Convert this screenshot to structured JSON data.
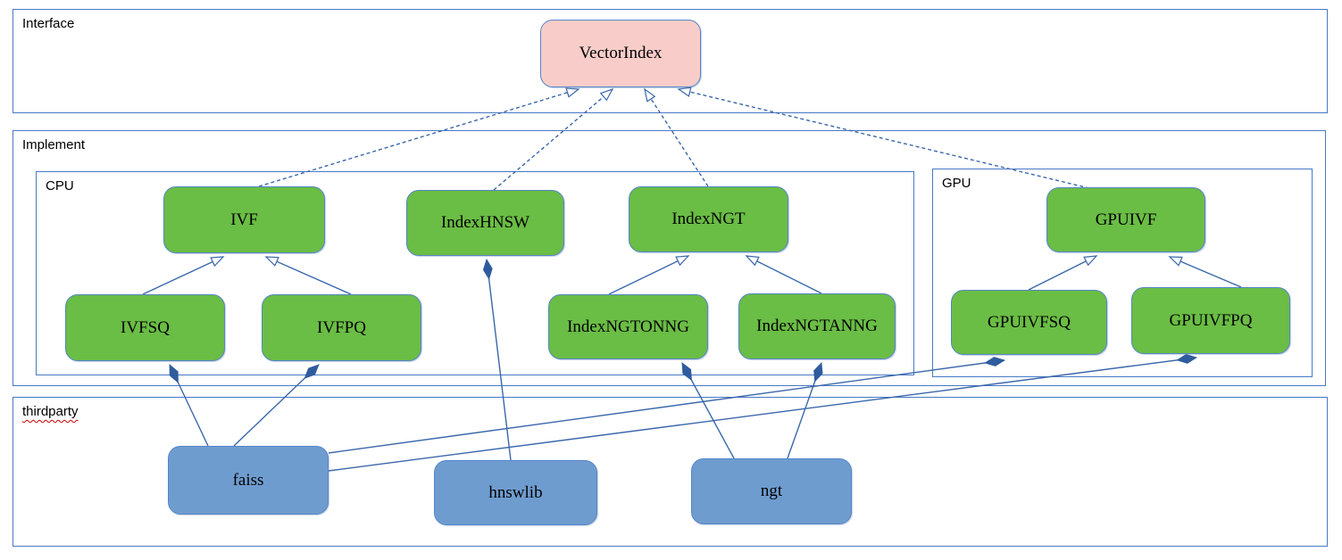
{
  "diagram": {
    "containers": {
      "interface": {
        "label": "Interface"
      },
      "implement": {
        "label": "Implement"
      },
      "cpu": {
        "label": "CPU"
      },
      "gpu": {
        "label": "GPU"
      },
      "thirdparty": {
        "label": "thirdparty"
      }
    },
    "nodes": {
      "vectorindex": {
        "label": "VectorIndex",
        "category": "interface"
      },
      "ivf": {
        "label": "IVF",
        "category": "cpu"
      },
      "indexhnsw": {
        "label": "IndexHNSW",
        "category": "cpu"
      },
      "indexngt": {
        "label": "IndexNGT",
        "category": "cpu"
      },
      "ivfsq": {
        "label": "IVFSQ",
        "category": "cpu"
      },
      "ivfpq": {
        "label": "IVFPQ",
        "category": "cpu"
      },
      "indexngtonng": {
        "label": "IndexNGTONNG",
        "category": "cpu"
      },
      "indexngtanng": {
        "label": "IndexNGTANNG",
        "category": "cpu"
      },
      "gpuivf": {
        "label": "GPUIVF",
        "category": "gpu"
      },
      "gpuivfsq": {
        "label": "GPUIVFSQ",
        "category": "gpu"
      },
      "gpuivfpq": {
        "label": "GPUIVFPQ",
        "category": "gpu"
      },
      "faiss": {
        "label": "faiss",
        "category": "thirdparty"
      },
      "hnswlib": {
        "label": "hnswlib",
        "category": "thirdparty"
      },
      "ngt": {
        "label": "ngt",
        "category": "thirdparty"
      }
    },
    "edges": [
      {
        "from": "IVF",
        "to": "VectorIndex",
        "type": "realization"
      },
      {
        "from": "IndexHNSW",
        "to": "VectorIndex",
        "type": "realization"
      },
      {
        "from": "IndexNGT",
        "to": "VectorIndex",
        "type": "realization"
      },
      {
        "from": "GPUIVF",
        "to": "VectorIndex",
        "type": "realization"
      },
      {
        "from": "IVFSQ",
        "to": "IVF",
        "type": "generalization"
      },
      {
        "from": "IVFPQ",
        "to": "IVF",
        "type": "generalization"
      },
      {
        "from": "IndexNGTONNG",
        "to": "IndexNGT",
        "type": "generalization"
      },
      {
        "from": "IndexNGTANNG",
        "to": "IndexNGT",
        "type": "generalization"
      },
      {
        "from": "GPUIVFSQ",
        "to": "GPUIVF",
        "type": "generalization"
      },
      {
        "from": "GPUIVFPQ",
        "to": "GPUIVF",
        "type": "generalization"
      },
      {
        "from": "faiss",
        "to": "IVFSQ",
        "type": "composition"
      },
      {
        "from": "faiss",
        "to": "IVFPQ",
        "type": "composition"
      },
      {
        "from": "faiss",
        "to": "GPUIVFSQ",
        "type": "composition"
      },
      {
        "from": "faiss",
        "to": "GPUIVFPQ",
        "type": "composition"
      },
      {
        "from": "hnswlib",
        "to": "IndexHNSW",
        "type": "composition"
      },
      {
        "from": "ngt",
        "to": "IndexNGTONNG",
        "type": "composition"
      },
      {
        "from": "ngt",
        "to": "IndexNGTANNG",
        "type": "composition"
      }
    ],
    "colors": {
      "interface_fill": "#f8cdc9",
      "class_fill": "#6abd45",
      "library_fill": "#6f9ccf",
      "node_border": "#5585c8",
      "container_border": "#4779c4",
      "connector": "#3a67ab",
      "diamond_fill": "#2e5c9e",
      "spellcheck_underline": "#cc0000"
    }
  }
}
